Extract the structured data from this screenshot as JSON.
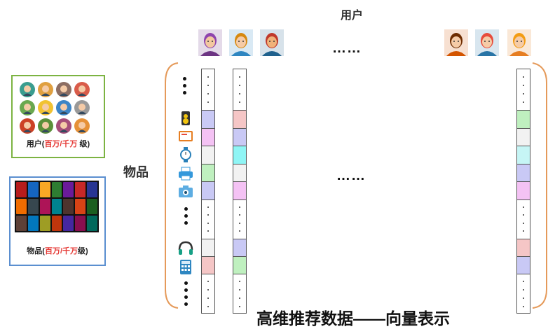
{
  "top_label": "用户",
  "left_label": "物品",
  "users_box": {
    "caption_prefix": "用户(",
    "caption_red": "百万/千万",
    "caption_suffix": " 级)",
    "face_colors": [
      "#3a9d8f",
      "#e0a040",
      "#8d6e63",
      "#d95c4a",
      "#6aa84f",
      "#f1c232",
      "#3d85c6",
      "#999999",
      "#cc4125",
      "#5b8f3a",
      "#a64d79",
      "#e69138"
    ]
  },
  "items_box": {
    "caption_prefix": "物品(",
    "caption_red": "百万/千万",
    "caption_suffix": "级)",
    "poster_colors": [
      "#b71c1c",
      "#1565c0",
      "#f9a825",
      "#2e7d32",
      "#6a1b9a",
      "#c62828",
      "#283593",
      "#ef6c00",
      "#37474f",
      "#ad1457",
      "#00838f",
      "#4e342e",
      "#d84315",
      "#1b5e20",
      "#5d4037",
      "#0277bd",
      "#9e9d24",
      "#bf360c",
      "#4527a0",
      "#880e4f",
      "#00695c"
    ]
  },
  "ellipsis_top": "……",
  "ellipsis_middle": "……",
  "caption_bottom": "高维推荐数据——向量表示",
  "item_icons": [
    "speaker-icon",
    "tablet-icon",
    "watch-icon",
    "printer-icon",
    "camera-icon",
    "headphones-icon",
    "calculator-icon"
  ],
  "user_avatar_colors": [
    {
      "skin": "#f3c8a0",
      "hair": "#8e44ad",
      "shirt": "#6c3483"
    },
    {
      "skin": "#f5cba7",
      "hair": "#d68910",
      "shirt": "#2e86c1"
    },
    {
      "skin": "#f0b27a",
      "hair": "#c0392b",
      "shirt": "#1f618d"
    },
    {
      "skin": "#f5cba7",
      "hair": "#6e2c00",
      "shirt": "#d35400"
    },
    {
      "skin": "#f5cba7",
      "hair": "#e74c3c",
      "shirt": "#2874a6"
    },
    {
      "skin": "#f5cba7",
      "hair": "#f39c12",
      "shirt": "#e67e22"
    }
  ],
  "vector_cell_colors": {
    "col1": [
      "#c9c9f5",
      "#f4c2f4",
      "#f2f2f2",
      "#bff0bf",
      "#c9c9f5",
      "#f2f2f2",
      "#f5c6c6"
    ],
    "col2": [
      "#f5c6c6",
      "#c9c9f5",
      "#8ff5f5",
      "#f2f2f2",
      "#f4c2f4",
      "#c9c9f5",
      "#bff0bf"
    ],
    "col3": [
      "#bff0bf",
      "#f2f2f2",
      "#c6f5f5",
      "#c9c9f5",
      "#f4c2f4",
      "#f5c6c6",
      "#c9c9f5"
    ]
  }
}
